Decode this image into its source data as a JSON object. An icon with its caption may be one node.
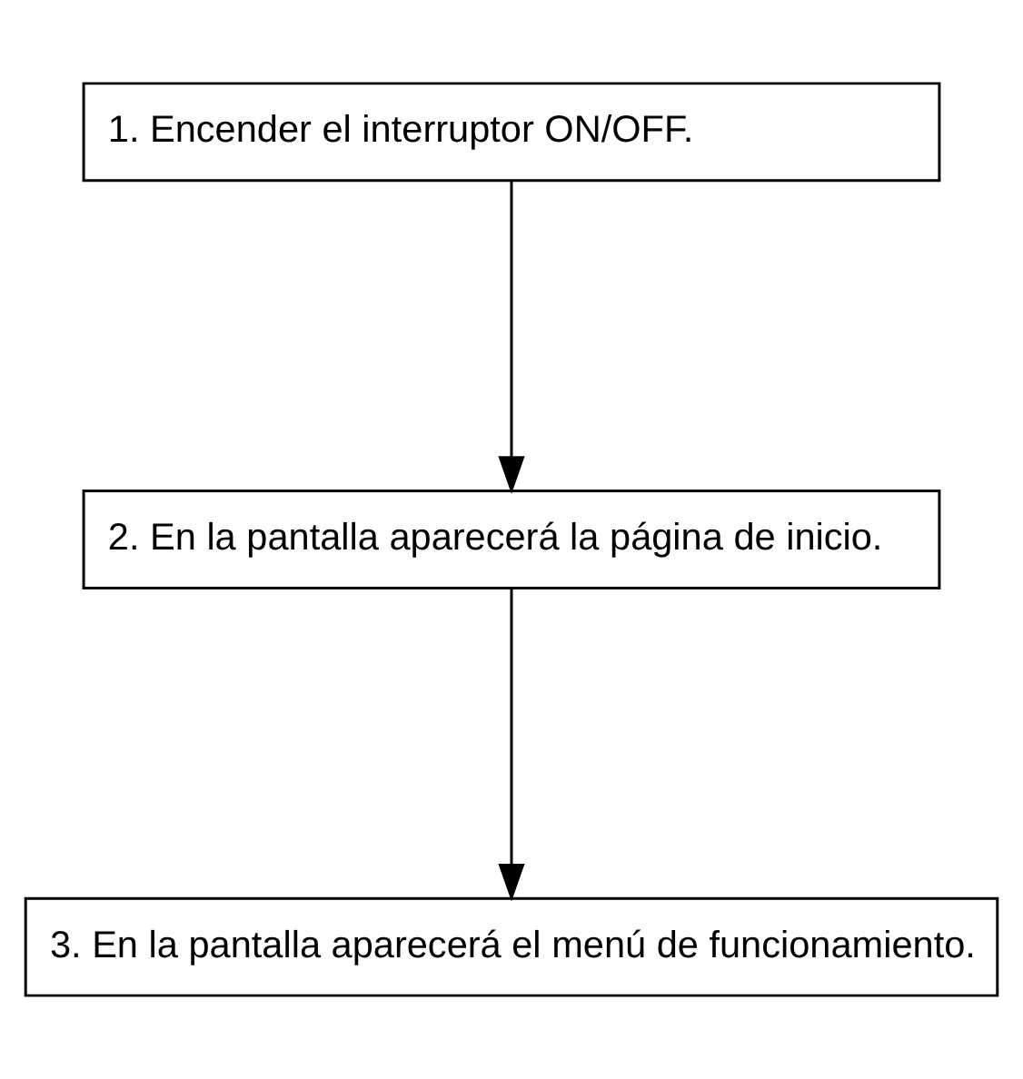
{
  "diagram": {
    "nodes": [
      {
        "text": [
          "1. Encender el interruptor ON/OFF."
        ]
      },
      {
        "text": [
          "2. En la pantalla aparecerá la página de inicio."
        ]
      },
      {
        "text": [
          "3. En la pantalla aparecerá el menú de funcionamiento."
        ]
      }
    ],
    "edges": [
      {
        "from": 0,
        "to": 1,
        "arrow": "to"
      },
      {
        "from": 1,
        "to": 2,
        "arrow": "to"
      }
    ]
  }
}
